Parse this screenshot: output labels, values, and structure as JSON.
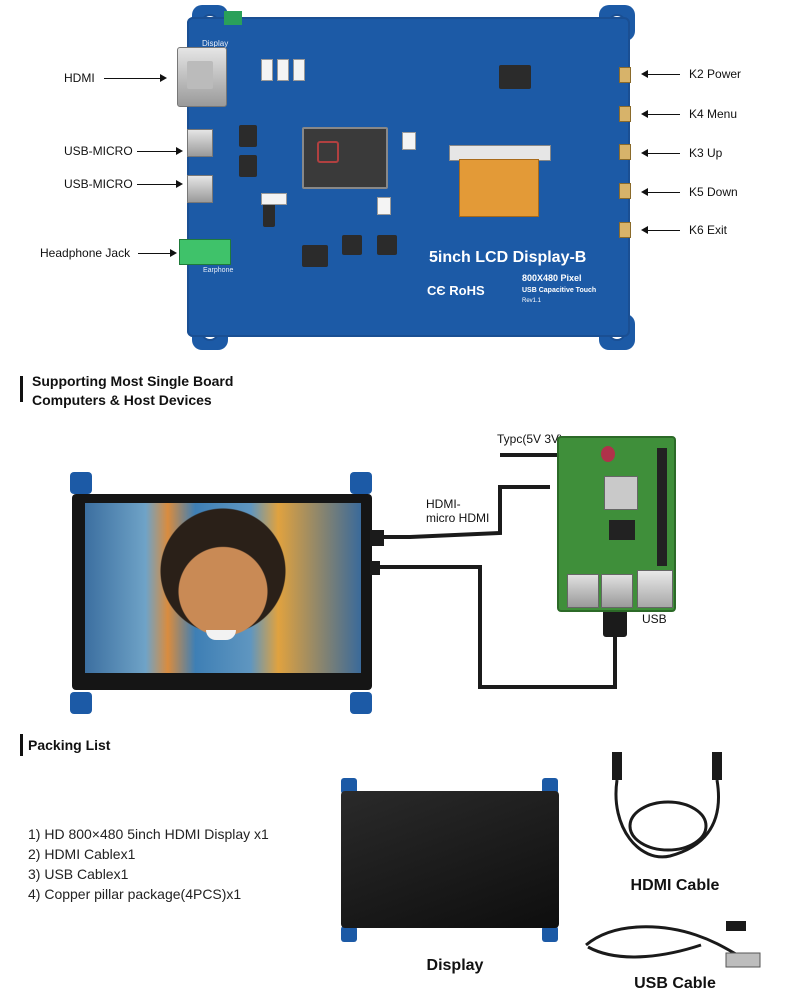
{
  "board": {
    "title": "5inch LCD Display-B",
    "resolution": "800X480 Pixel",
    "touch": "USB Capacitive Touch",
    "rev": "Rev1.1",
    "cert": "CЄ RoHS",
    "silk_display": "Display",
    "silk_earphone": "Earphone"
  },
  "left_labels": {
    "hdmi": "HDMI",
    "usb1": "USB-MICRO",
    "usb2": "USB-MICRO",
    "jack": "Headphone Jack"
  },
  "right_labels": {
    "k2": "K2 Power",
    "k4": "K4 Menu",
    "k3": "K3 Up",
    "k5": "K5 Down",
    "k6": "K6 Exit"
  },
  "support": {
    "title_line1": "Supporting Most Single Board",
    "title_line2": "Computers & Host Devices",
    "typc": "Typc(5V 3V)",
    "hdmi_line1": "HDMI-",
    "hdmi_line2": "micro HDMI",
    "usb": "USB"
  },
  "packing": {
    "title": "Packing List",
    "items": [
      "1) HD 800×480 5inch HDMI Display x1",
      "2) HDMI Cablex1",
      "3) USB Cablex1",
      "4) Copper pillar package(4PCS)x1"
    ],
    "display_caption": "Display",
    "hdmi_caption": "HDMI Cable",
    "usb_caption": "USB Cable"
  },
  "colors": {
    "pcb_blue": "#1c5aa6",
    "pi_green": "#3f8f3a",
    "gold": "#d7b36a"
  }
}
